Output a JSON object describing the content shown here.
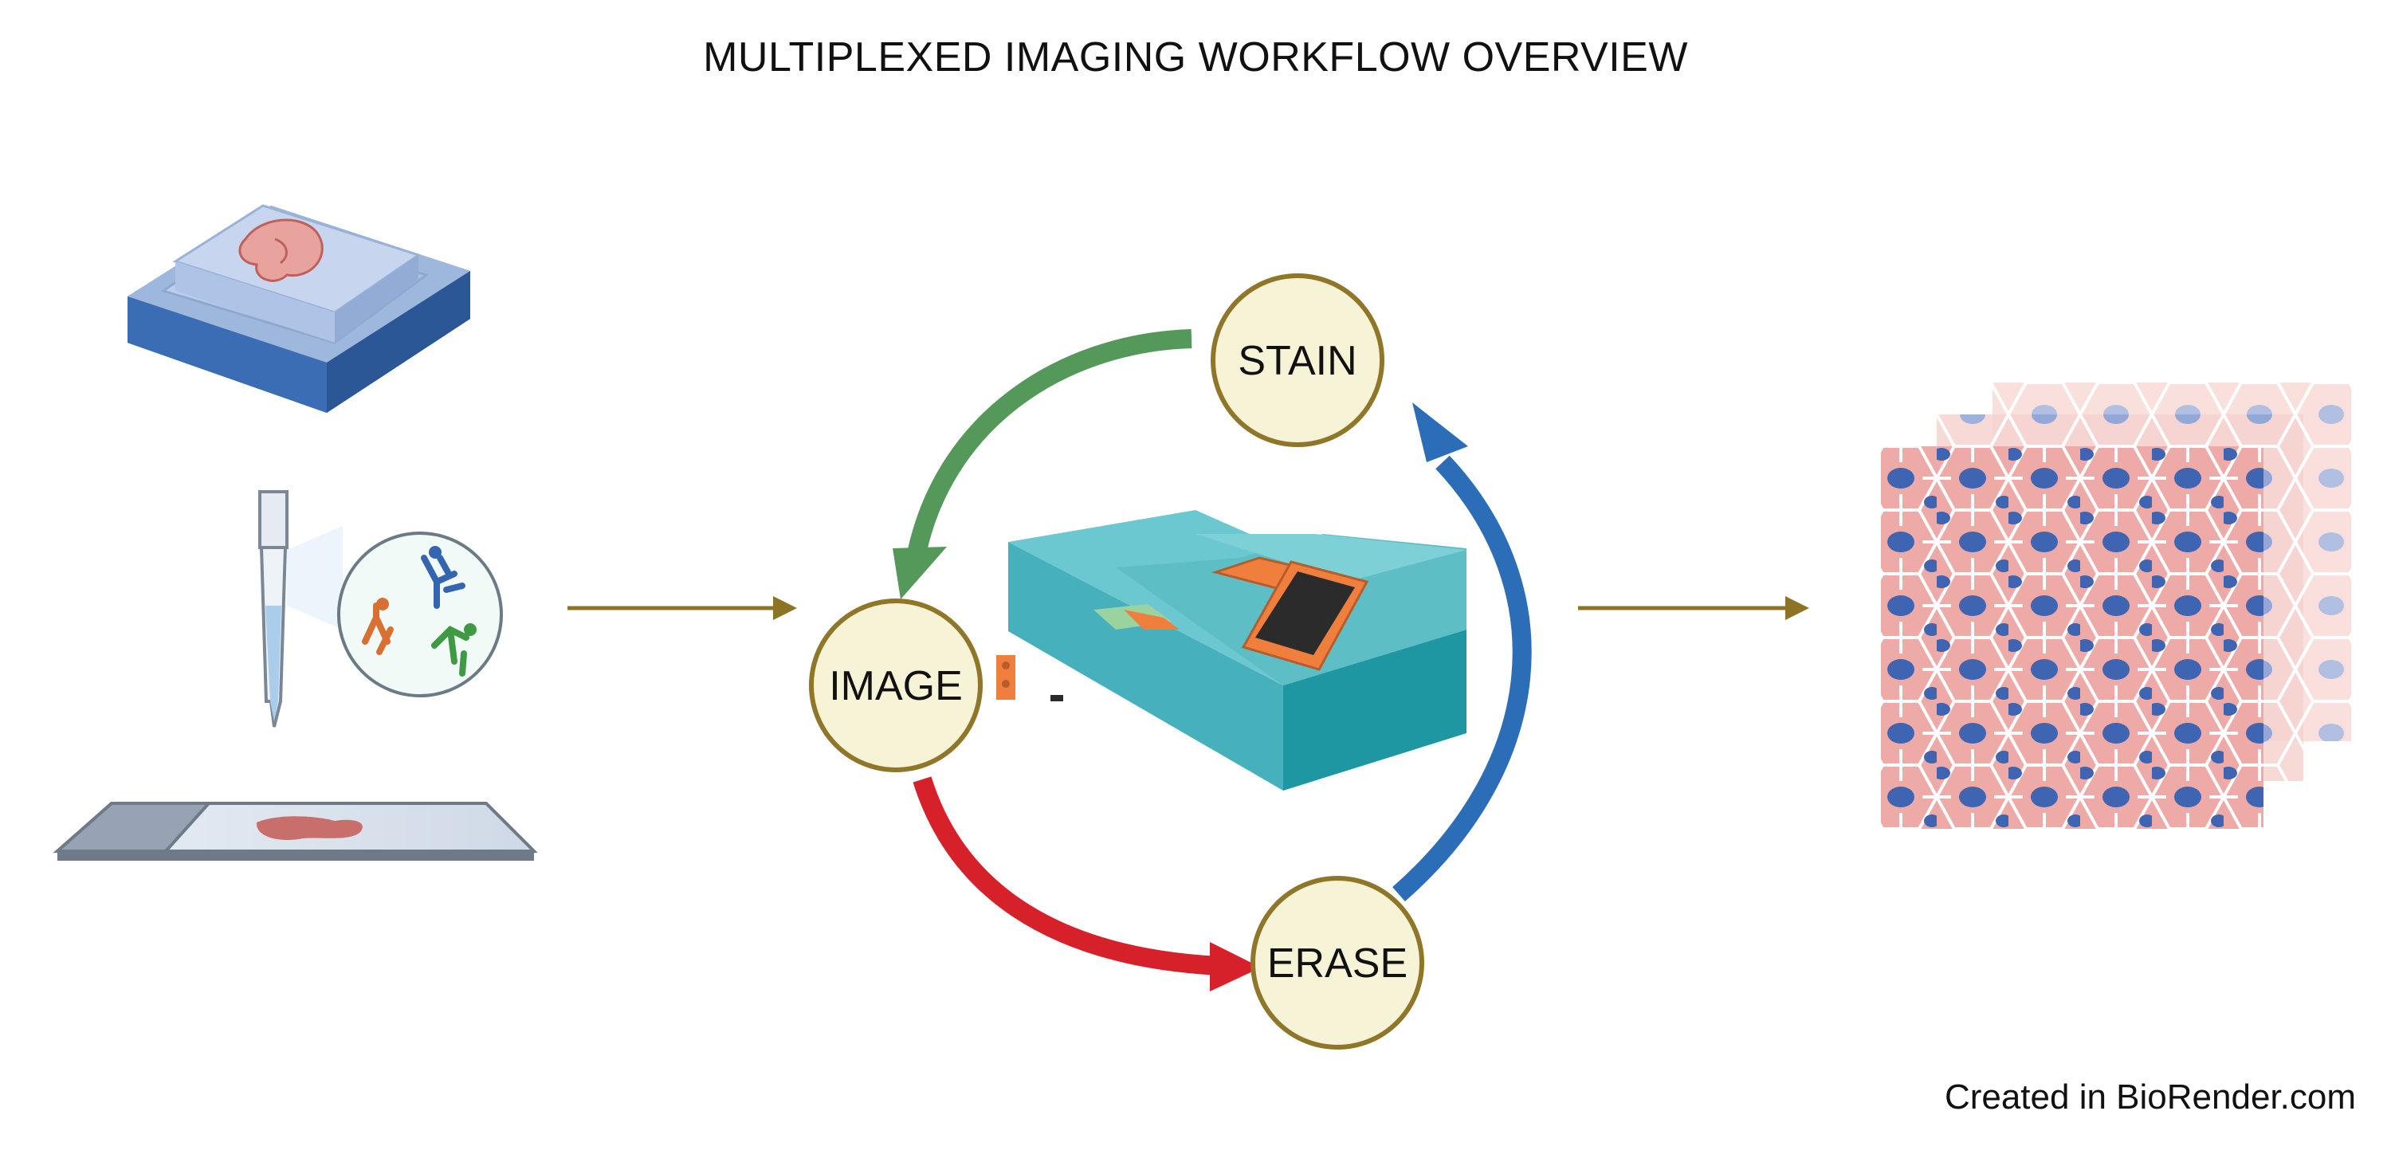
{
  "title": "MULTIPLEXED IMAGING WORKFLOW OVERVIEW",
  "cycle": {
    "stain": "STAIN",
    "image": "IMAGE",
    "erase": "ERASE"
  },
  "credit": "Created in BioRender.com",
  "colors": {
    "stain_arrow": "#55995a",
    "erase_arrow": "#d6202a",
    "return_arrow": "#2c6db8",
    "flow_arrow": "#8c7424",
    "node_fill": "#f7f3d6",
    "node_stroke": "#8f7628",
    "tissue": "#e8a39e",
    "nucleus": "#3f64b2",
    "instrument": "#4eb5bf"
  },
  "icons": [
    "tissue-block-icon",
    "pipette-icon",
    "antibody-cocktail-icon",
    "microscope-slide-icon",
    "imaging-instrument-icon",
    "multiplex-image-stack-icon"
  ]
}
